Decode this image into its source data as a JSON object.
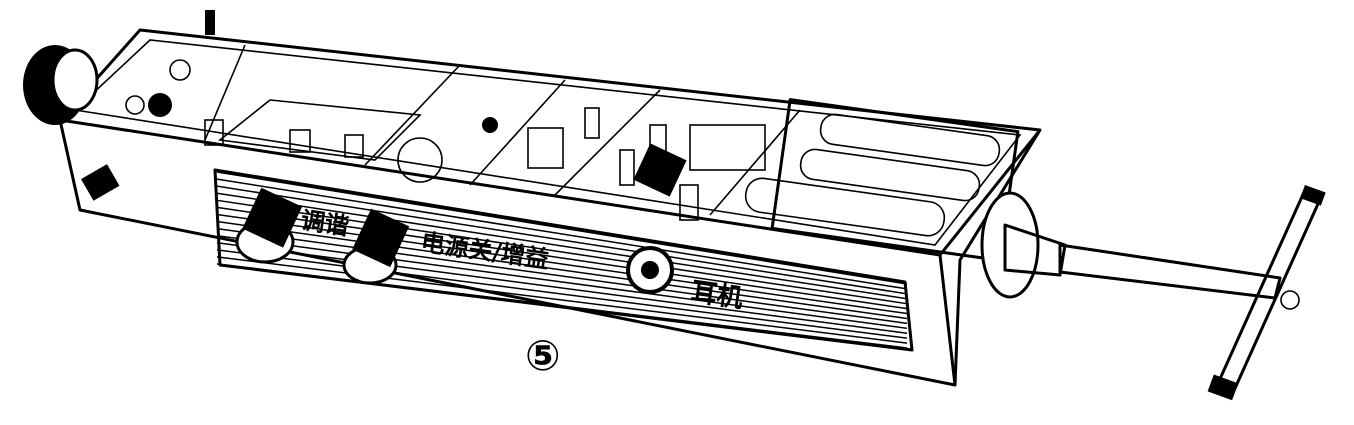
{
  "figure": {
    "number_label": "⑤",
    "panel_labels": {
      "tuning": "调谐",
      "power_gain": "电源关/增益",
      "earphone": "耳机"
    }
  }
}
